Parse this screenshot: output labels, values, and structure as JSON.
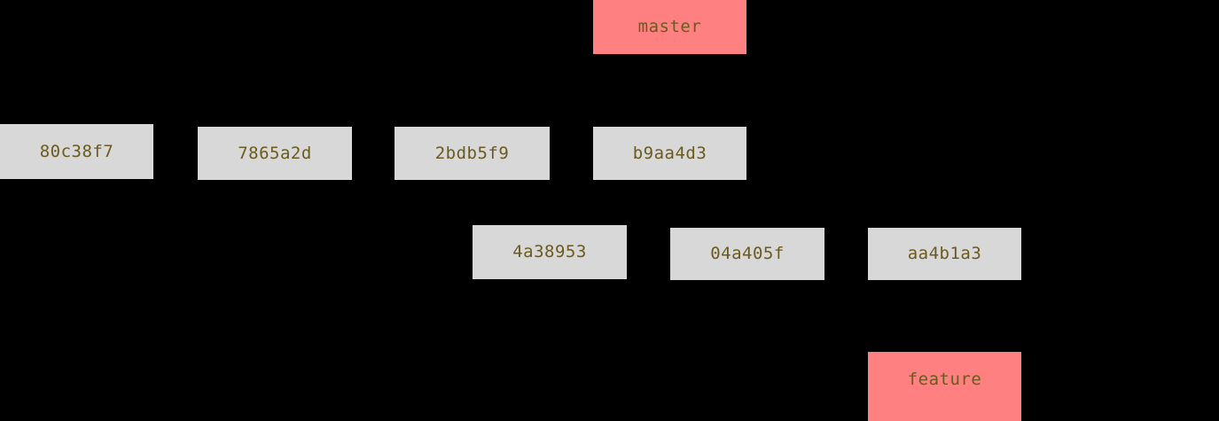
{
  "diagram": {
    "type": "git-commit-graph",
    "background_color": "#000000",
    "commit_box_color": "#d8d8d8",
    "branch_box_color": "#ff8080",
    "text_color": "#6b5a1e",
    "branches": [
      {
        "id": "master",
        "label": "master"
      },
      {
        "id": "feature",
        "label": "feature"
      }
    ],
    "rows": [
      {
        "id": "master-line",
        "commits": [
          {
            "id": "80c38f7",
            "label": "80c38f7"
          },
          {
            "id": "7865a2d",
            "label": "7865a2d"
          },
          {
            "id": "2bdb5f9",
            "label": "2bdb5f9"
          },
          {
            "id": "b9aa4d3",
            "label": "b9aa4d3"
          }
        ]
      },
      {
        "id": "feature-line",
        "commits": [
          {
            "id": "4a38953",
            "label": "4a38953"
          },
          {
            "id": "04a405f",
            "label": "04a405f"
          },
          {
            "id": "aa4b1a3",
            "label": "aa4b1a3"
          }
        ]
      }
    ]
  }
}
